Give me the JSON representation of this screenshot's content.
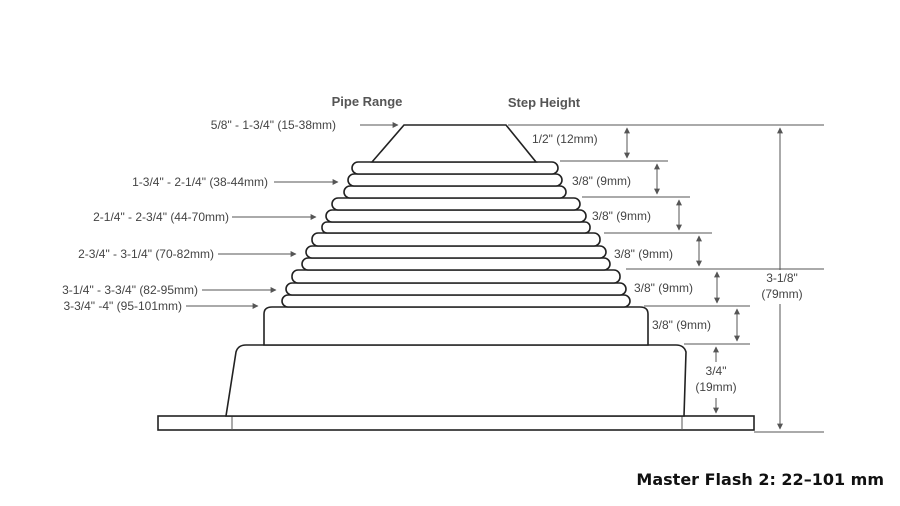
{
  "headers": {
    "pipe_range": "Pipe Range",
    "step_height": "Step Height"
  },
  "pipe_ranges": [
    "5/8\" - 1-3/4\" (15-38mm)",
    "1-3/4\" - 2-1/4\" (38-44mm)",
    "2-1/4\" - 2-3/4\" (44-70mm)",
    "2-3/4\" - 3-1/4\" (70-82mm)",
    "3-1/4\" - 3-3/4\" (82-95mm)",
    "3-3/4\" -4\" (95-101mm)"
  ],
  "step_heights": [
    "1/2\" (12mm)",
    "3/8\" (9mm)",
    "3/8\" (9mm)",
    "3/8\" (9mm)",
    "3/8\" (9mm)",
    "3/8\" (9mm)"
  ],
  "base_height": {
    "line1": "3/4\"",
    "line2": "(19mm)"
  },
  "total_height": {
    "line1": "3-1/8\"",
    "line2": "(79mm)"
  },
  "caption": "Master Flash 2:  22–101 mm"
}
